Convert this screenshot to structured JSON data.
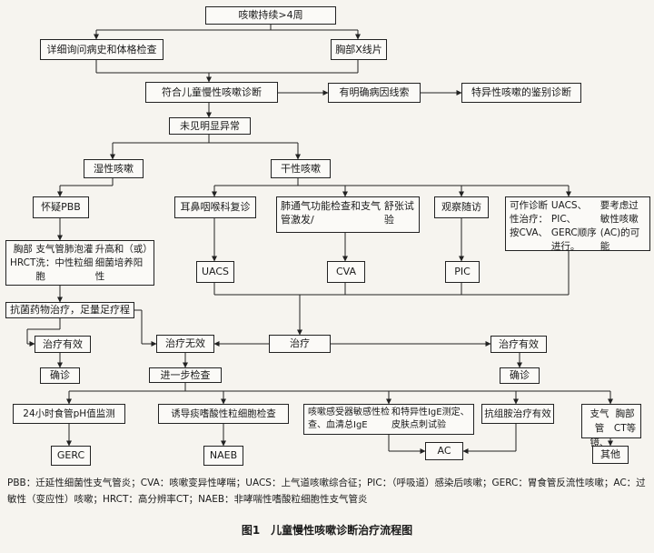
{
  "diagram": {
    "nodes": {
      "n_cough": "咳嗽持续>4周",
      "n_history": "详细询问病史和体格检查",
      "n_xray": "胸部X线片",
      "n_fits": "符合儿童慢性咳嗽诊断",
      "n_clear": "有明确病因线索",
      "n_specific": "特异性咳嗽的鉴别诊断",
      "n_no_abn": "未见明显异常",
      "n_wet": "湿性咳嗽",
      "n_dry": "干性咳嗽",
      "n_pbb": "怀疑PBB",
      "n_ent": "耳鼻咽喉科复诊",
      "n_lung": [
        "肺通气功能检查和支气管激发/",
        "舒张试验"
      ],
      "n_observe": "观察随访",
      "n_trial": [
        "可作诊断性治疗：按CVA、",
        "UACS、PIC、GERC顺序进行。",
        "要考虑过敏性咳嗽(AC)的可能"
      ],
      "n_hrct": [
        "胸部HRCT",
        "支气管肺泡灌洗：中性粒细胞",
        "升高和（或）细菌培养阳性"
      ],
      "n_uacs": "UACS",
      "n_cva": "CVA",
      "n_pic": "PIC",
      "n_antibiotic": "抗菌药物治疗，足量足疗程",
      "n_eff_left": "治疗有效",
      "n_ineff": "治疗无效",
      "n_treat": "治疗",
      "n_eff_right": "治疗有效",
      "n_dx_left": "确诊",
      "n_further": "进一步检查",
      "n_dx_right": "确诊",
      "n_ph": "24小时食管pH值监测",
      "n_sputum": "诱导痰嗜酸性粒细胞检查",
      "n_sens": [
        "咳嗽感受器敏感性检查、血清总IgE",
        "和特异性IgE测定、皮肤点刺试验"
      ],
      "n_antihist": "抗组胺治疗有效",
      "n_bronch": [
        "支气管镜、",
        "胸部CT等"
      ],
      "n_gerc": "GERC",
      "n_naeb": "NAEB",
      "n_ac": "AC",
      "n_other": "其他"
    }
  },
  "footnote": "PBB：迁延性细菌性支气管炎；CVA：咳嗽变异性哮喘；UACS：上气道咳嗽综合征；PIC：（呼吸道）感染后咳嗽；GERC：胃食管反流性咳嗽；AC：过敏性（变应性）咳嗽；HRCT：高分辨率CT；NAEB：非哮喘性嗜酸粒细胞性支气管炎",
  "figure_title": "图1　儿童慢性咳嗽诊断治疗流程图"
}
